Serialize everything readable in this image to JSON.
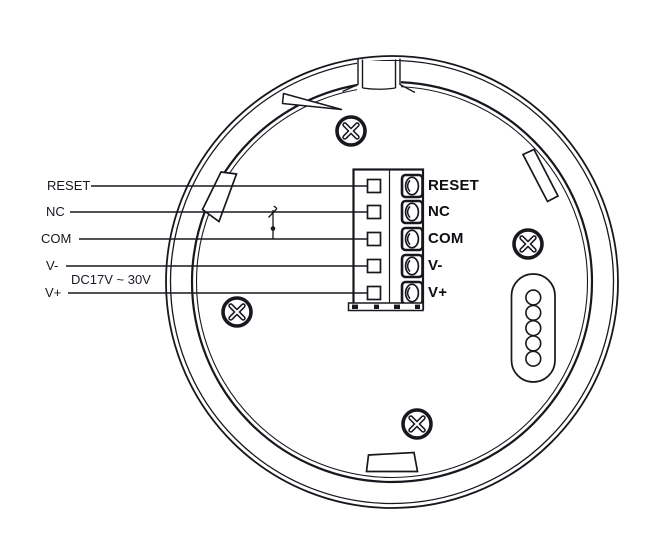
{
  "colors": {
    "line": "#16181d",
    "background": "#ffffff",
    "text": "#16181d"
  },
  "wiring": {
    "left_labels": [
      "RESET",
      "NC",
      "COM",
      "V-",
      "V+"
    ],
    "terminal_labels": [
      "RESET",
      "NC",
      "COM",
      "V-",
      "V+"
    ],
    "power_note": "DC17V ~ 30V"
  }
}
